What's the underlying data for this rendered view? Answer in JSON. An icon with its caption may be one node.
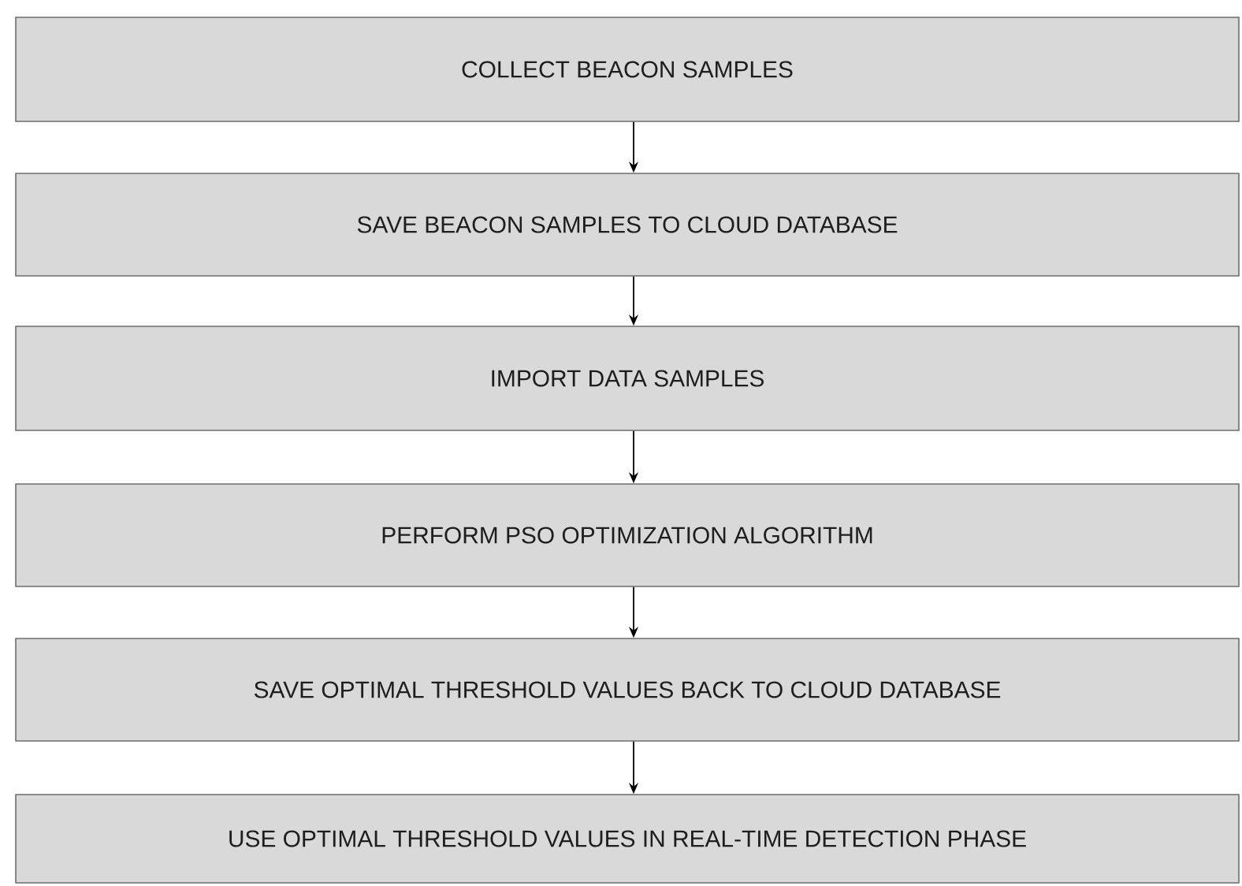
{
  "diagram": {
    "nodes": [
      {
        "text": [
          "COLLECT BEACON SAMPLES"
        ]
      },
      {
        "text": [
          "SAVE BEACON SAMPLES TO CLOUD DATABASE"
        ]
      },
      {
        "text": [
          "IMPORT DATA SAMPLES"
        ]
      },
      {
        "text": [
          "PERFORM PSO OPTIMIZATION ALGORITHM"
        ]
      },
      {
        "text": [
          "SAVE OPTIMAL THRESHOLD VALUES BACK TO CLOUD DATABASE"
        ]
      },
      {
        "text": [
          "USE OPTIMAL THRESHOLD VALUES IN REAL-TIME DETECTION PHASE"
        ]
      }
    ],
    "edges": [
      {
        "from": 0,
        "to": 1,
        "arrow": "to"
      },
      {
        "from": 1,
        "to": 2,
        "arrow": "to"
      },
      {
        "from": 2,
        "to": 3,
        "arrow": "to"
      },
      {
        "from": 3,
        "to": 4,
        "arrow": "to"
      },
      {
        "from": 4,
        "to": 5,
        "arrow": "to"
      }
    ]
  }
}
